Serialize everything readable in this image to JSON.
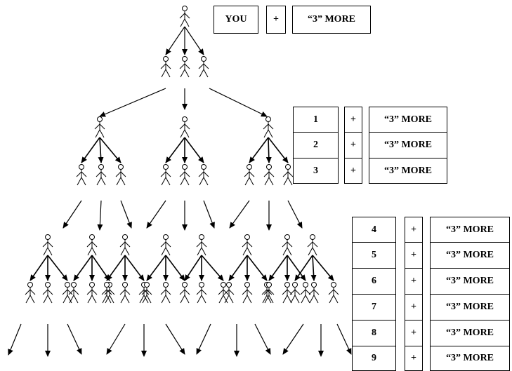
{
  "top_row": {
    "you": "YOU",
    "plus": "+",
    "more": "“3” MORE"
  },
  "level2": [
    {
      "num": "1",
      "plus": "+",
      "more": "“3” MORE"
    },
    {
      "num": "2",
      "plus": "+",
      "more": "“3” MORE"
    },
    {
      "num": "3",
      "plus": "+",
      "more": "“3” MORE"
    }
  ],
  "level3": [
    {
      "num": "4",
      "plus": "+",
      "more": "“3” MORE"
    },
    {
      "num": "5",
      "plus": "+",
      "more": "“3” MORE"
    },
    {
      "num": "6",
      "plus": "+",
      "more": "“3” MORE"
    },
    {
      "num": "7",
      "plus": "+",
      "more": "“3” MORE"
    },
    {
      "num": "8",
      "plus": "+",
      "more": "“3” MORE"
    },
    {
      "num": "9",
      "plus": "+",
      "more": "“3” MORE"
    }
  ],
  "figure_icon": "stick-figure-icon"
}
